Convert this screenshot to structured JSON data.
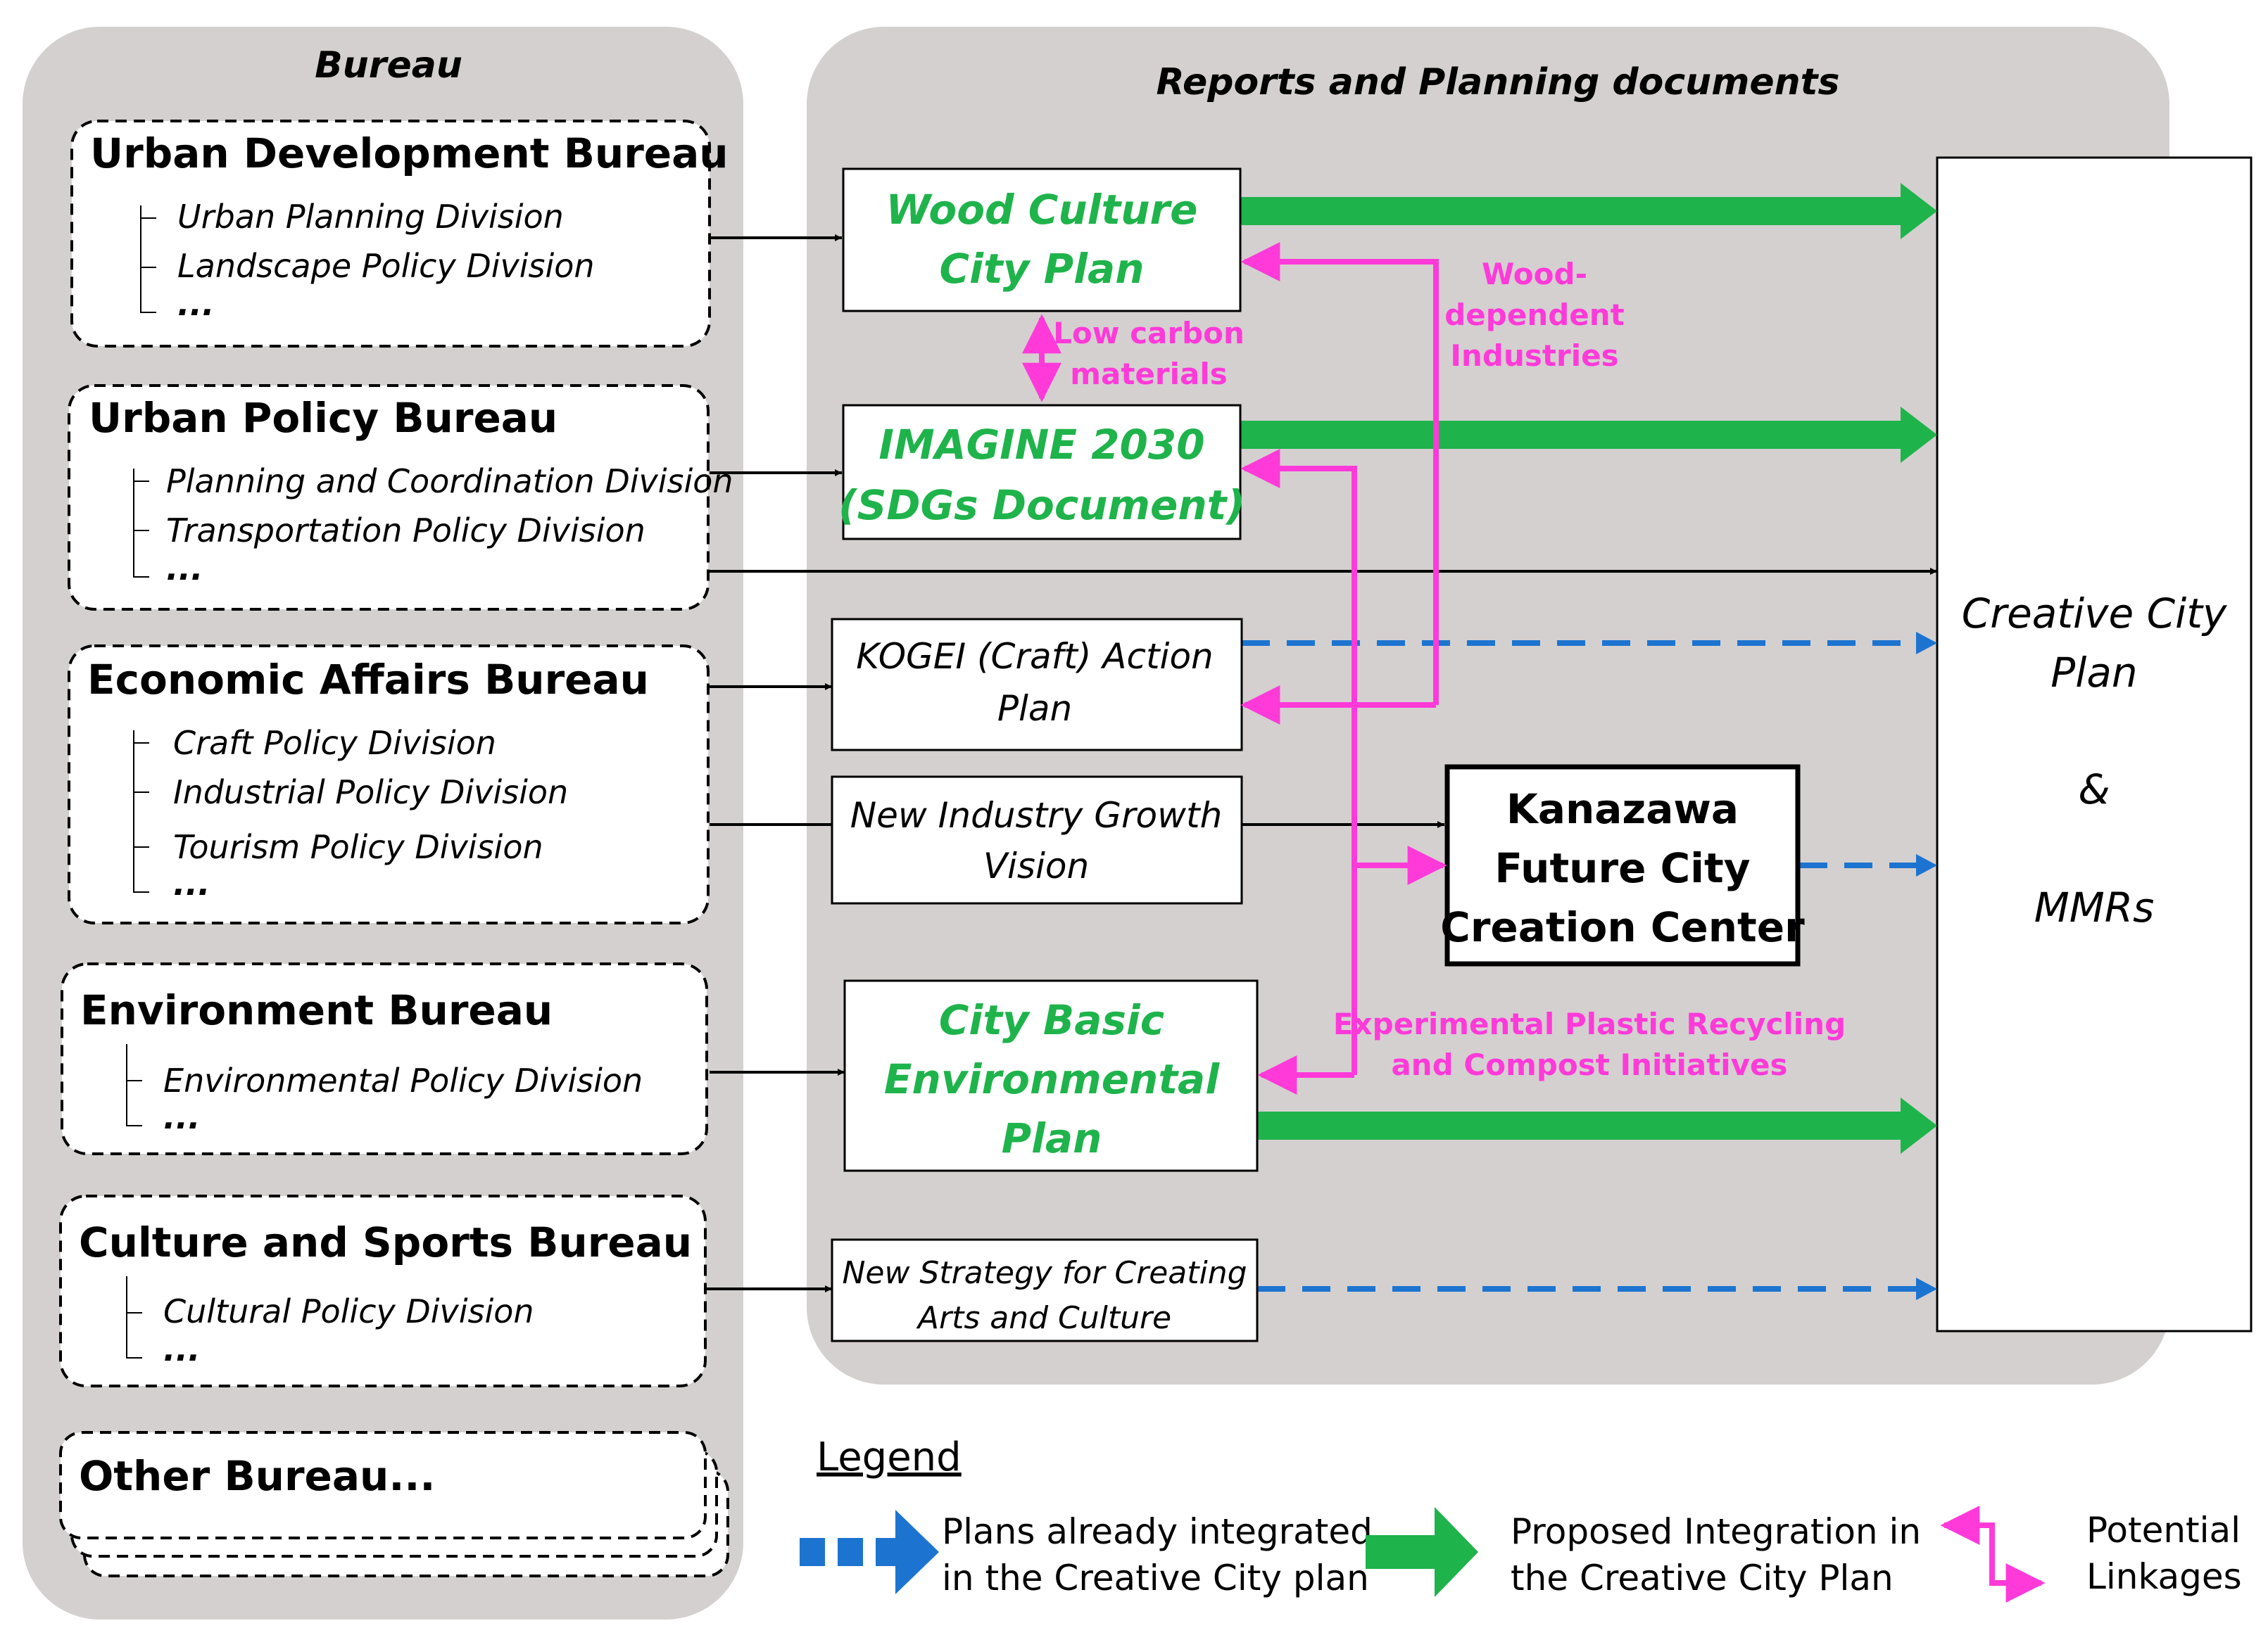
{
  "bureau_panel": {
    "title": "Bureau",
    "bureaus": [
      {
        "name": "Urban Development Bureau",
        "divisions": [
          "Urban Planning Division",
          "Landscape Policy Division",
          "..."
        ]
      },
      {
        "name": "Urban Policy Bureau",
        "divisions": [
          "Planning and Coordination Division",
          "Transportation Policy Division",
          "..."
        ]
      },
      {
        "name": "Economic Affairs Bureau",
        "divisions": [
          "Craft Policy Division",
          "Industrial Policy Division",
          "Tourism Policy Division",
          "..."
        ]
      },
      {
        "name": "Environment Bureau",
        "divisions": [
          "Environmental Policy Division",
          "..."
        ]
      },
      {
        "name": "Culture and Sports Bureau",
        "divisions": [
          "Cultural Policy Division",
          "..."
        ]
      },
      {
        "name": "Other Bureau...",
        "divisions": []
      }
    ]
  },
  "reports_panel": {
    "title": "Reports and Planning documents",
    "documents": {
      "wood_culture": [
        "Wood Culture",
        "City Plan"
      ],
      "imagine": [
        "IMAGINE 2030",
        "(SDGs Document)"
      ],
      "kogei": [
        "KOGEI (Craft) Action",
        "Plan"
      ],
      "new_industry": [
        "New Industry Growth",
        "Vision"
      ],
      "city_basic": [
        "City Basic",
        "Environmental",
        "Plan"
      ],
      "new_strategy": [
        "New Strategy for Creating",
        "Arts and Culture"
      ]
    },
    "center": [
      "Kanazawa",
      "Future City",
      "Creation Center"
    ],
    "link_labels": {
      "low_carbon": [
        "Low carbon",
        "materials"
      ],
      "wood_dependent": [
        "Wood-",
        "dependent",
        "Industries"
      ],
      "plastic": [
        "Experimental Plastic Recycling",
        "and Compost Initiatives"
      ]
    }
  },
  "target": {
    "line1": "Creative City",
    "line2": "Plan",
    "line3": "&",
    "line4": "MMRs"
  },
  "legend": {
    "title": "Legend",
    "integrated": [
      "Plans already integrated",
      "in the Creative City plan"
    ],
    "proposed": [
      "Proposed Integration in",
      "the Creative City Plan"
    ],
    "potential": [
      "Potential",
      "Linkages"
    ]
  },
  "colors": {
    "panel_bg": "#d4d0d0",
    "green": "#1fb34b",
    "pink": "#ff3ad9",
    "blue": "#1c74d0",
    "black": "#000000"
  }
}
